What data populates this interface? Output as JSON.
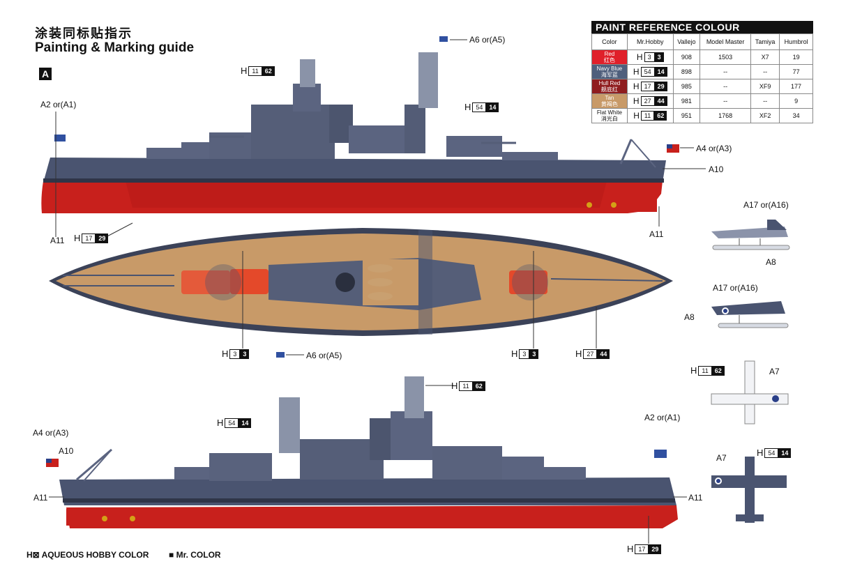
{
  "header": {
    "title_cn": "涂装同标贴指示",
    "title_en": "Painting & Marking guide",
    "section": "A"
  },
  "paint_table": {
    "title": "PAINT  REFERENCE COLOUR",
    "columns": [
      "Color",
      "Mr.Hobby",
      "Vallejo",
      "Model Master",
      "Tamiya",
      "Humbrol"
    ],
    "rows": [
      {
        "name": "Red",
        "name_cn": "红色",
        "color": "#e0202a",
        "h": "3",
        "m": "3",
        "vallejo": "908",
        "model_master": "1503",
        "tamiya": "X7",
        "humbrol": "19"
      },
      {
        "name": "Navy Blue",
        "name_cn": "海军蓝",
        "color": "#4f5f7c",
        "h": "54",
        "m": "14",
        "vallejo": "898",
        "model_master": "--",
        "tamiya": "--",
        "humbrol": "77"
      },
      {
        "name": "Hull Red",
        "name_cn": "舰底红",
        "color": "#8f1d1f",
        "h": "17",
        "m": "29",
        "vallejo": "985",
        "model_master": "--",
        "tamiya": "XF9",
        "humbrol": "177"
      },
      {
        "name": "Tan",
        "name_cn": "黄褐色",
        "color": "#c89a68",
        "h": "27",
        "m": "44",
        "vallejo": "981",
        "model_master": "--",
        "tamiya": "--",
        "humbrol": "9"
      },
      {
        "name": "Flat White",
        "name_cn": "消光白",
        "color": "#ffffff",
        "h": "11",
        "m": "62",
        "vallejo": "951",
        "model_master": "1768",
        "tamiya": "XF2",
        "humbrol": "34"
      }
    ]
  },
  "callouts": {
    "h": "H",
    "c_11_62": {
      "a": "11",
      "b": "62"
    },
    "c_54_14": {
      "a": "54",
      "b": "14"
    },
    "c_17_29": {
      "a": "17",
      "b": "29"
    },
    "c_3_3": {
      "a": "3",
      "b": "3"
    },
    "c_27_44": {
      "a": "27",
      "b": "44"
    },
    "a6": "A6 or(A5)",
    "a2": "A2 or(A1)",
    "a4": "A4 or(A3)",
    "a10": "A10",
    "a11": "A11",
    "a17": "A17 or(A16)",
    "a8": "A8",
    "a7": "A7"
  },
  "footer": {
    "aqueous": "H⊠ AQUEOUS HOBBY COLOR",
    "mr": "■ Mr. COLOR"
  },
  "colors": {
    "hull": "#4a5470",
    "hull_dark": "#363d52",
    "hull_red": "#c8201c",
    "deck": "#c89a68",
    "superstructure": "#5b6480"
  }
}
